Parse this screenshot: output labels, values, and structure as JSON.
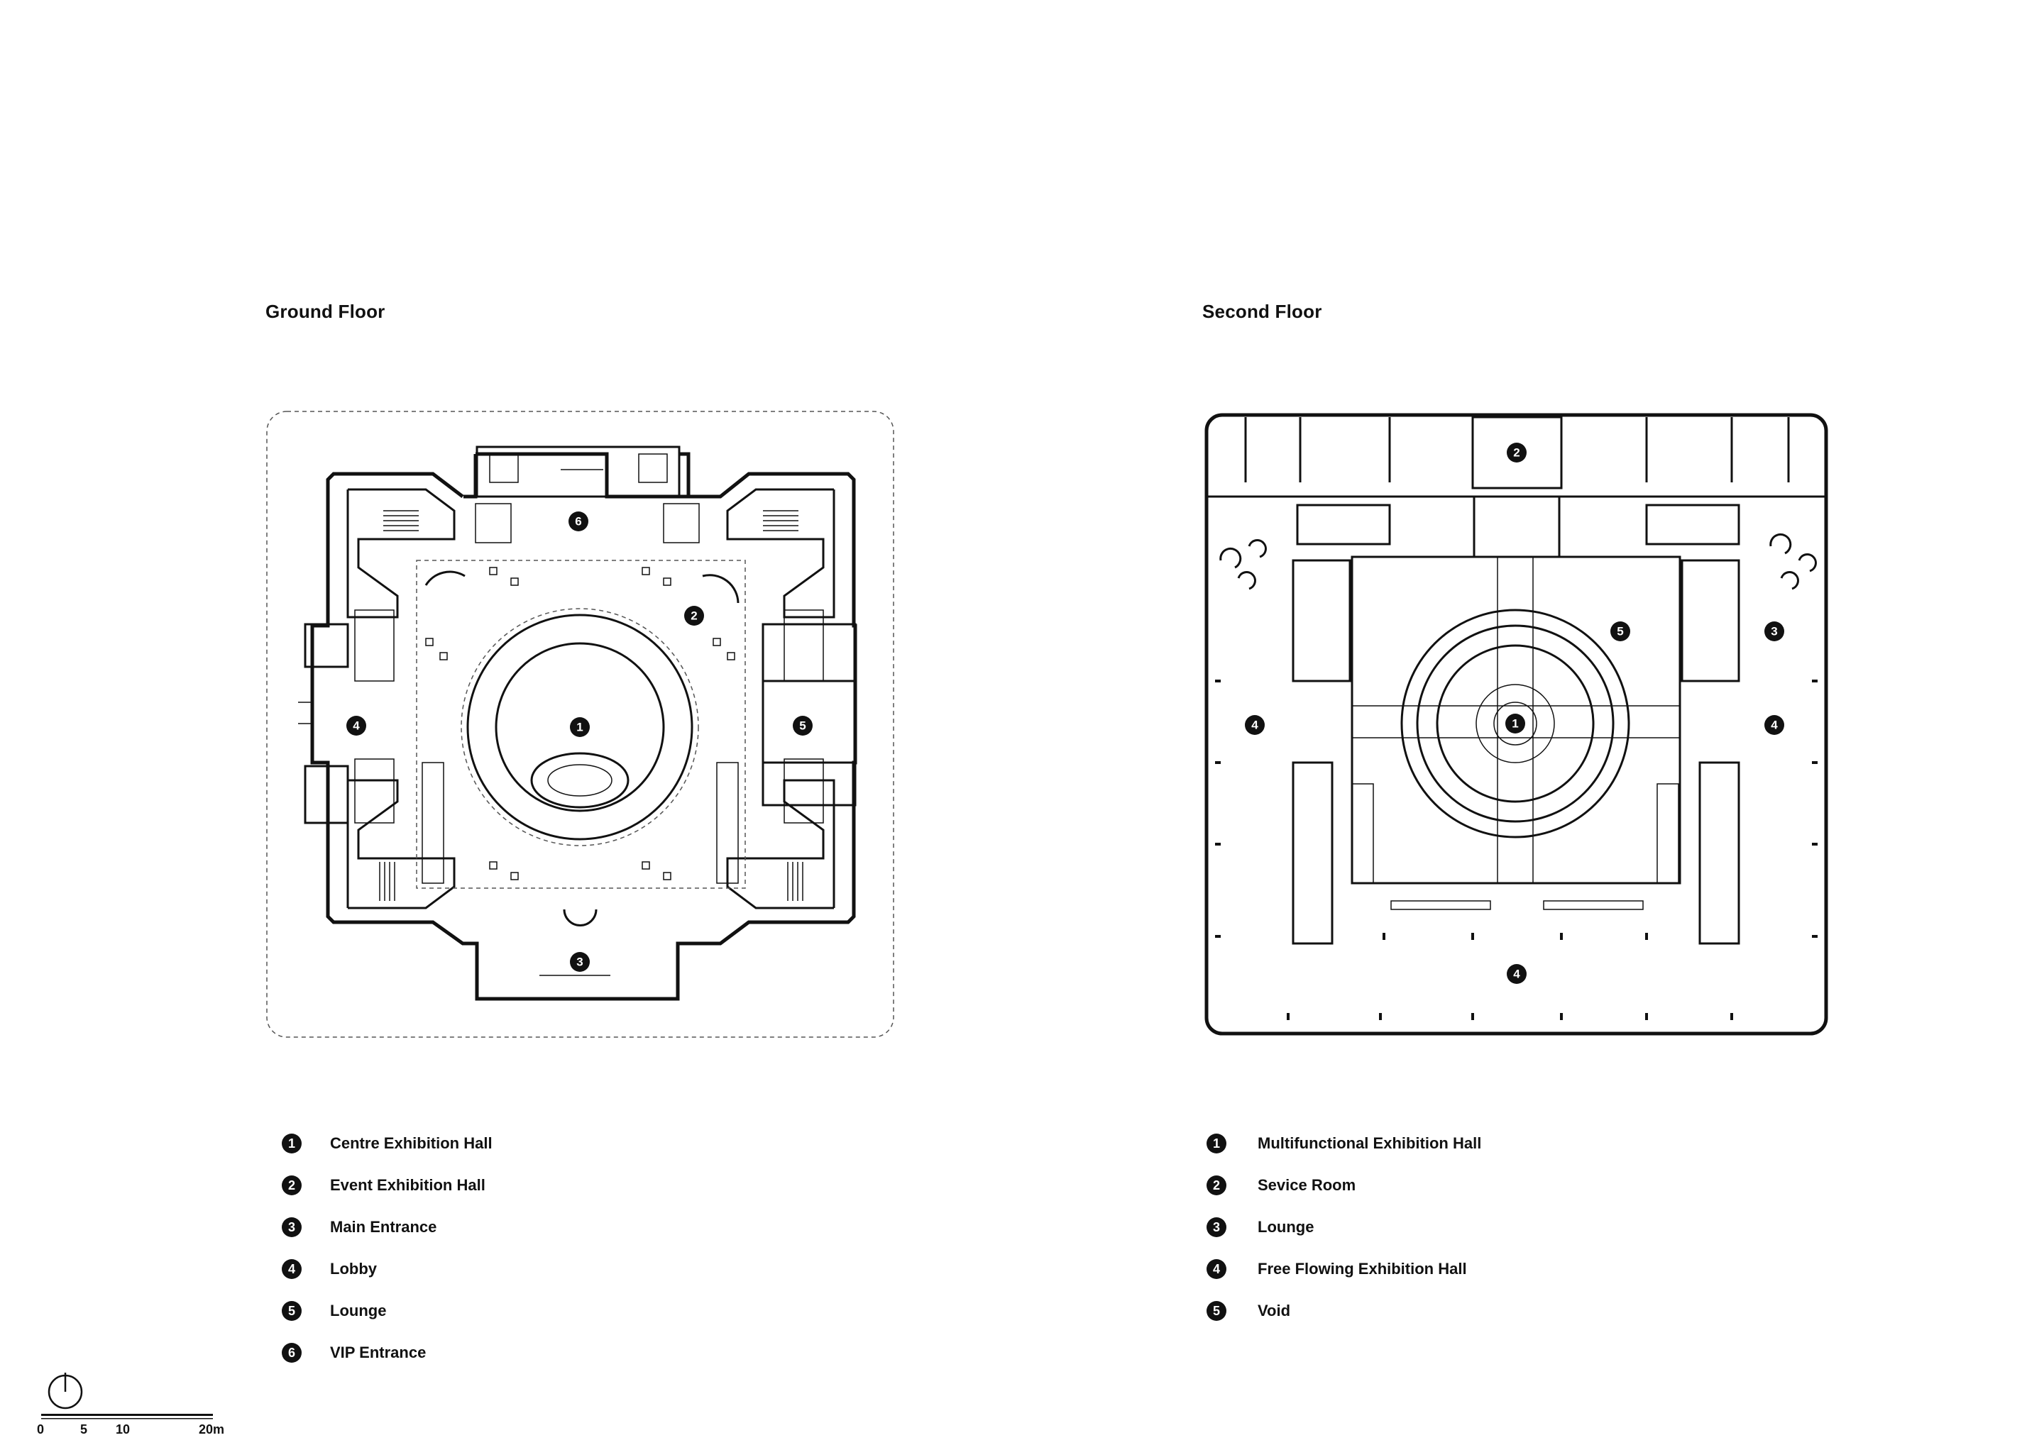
{
  "ground_floor": {
    "title": "Ground Floor",
    "markers": [
      "1",
      "2",
      "3",
      "4",
      "5",
      "6"
    ],
    "legend": [
      {
        "num": "1",
        "label": "Centre Exhibition Hall"
      },
      {
        "num": "2",
        "label": "Event Exhibition Hall"
      },
      {
        "num": "3",
        "label": "Main Entrance"
      },
      {
        "num": "4",
        "label": "Lobby"
      },
      {
        "num": "5",
        "label": "Lounge"
      },
      {
        "num": "6",
        "label": "VIP Entrance"
      }
    ]
  },
  "second_floor": {
    "title": "Second Floor",
    "markers": [
      "1",
      "2",
      "3",
      "4",
      "5"
    ],
    "legend": [
      {
        "num": "1",
        "label": "Multifunctional Exhibition Hall"
      },
      {
        "num": "2",
        "label": "Sevice Room"
      },
      {
        "num": "3",
        "label": "Lounge"
      },
      {
        "num": "4",
        "label": "Free Flowing Exhibition Hall"
      },
      {
        "num": "5",
        "label": "Void"
      }
    ]
  },
  "scale_bar": {
    "ticks": [
      "0",
      "5",
      "10",
      "20m"
    ]
  },
  "colors": {
    "ink": "#111111",
    "background": "#ffffff",
    "dash": "#555555"
  }
}
